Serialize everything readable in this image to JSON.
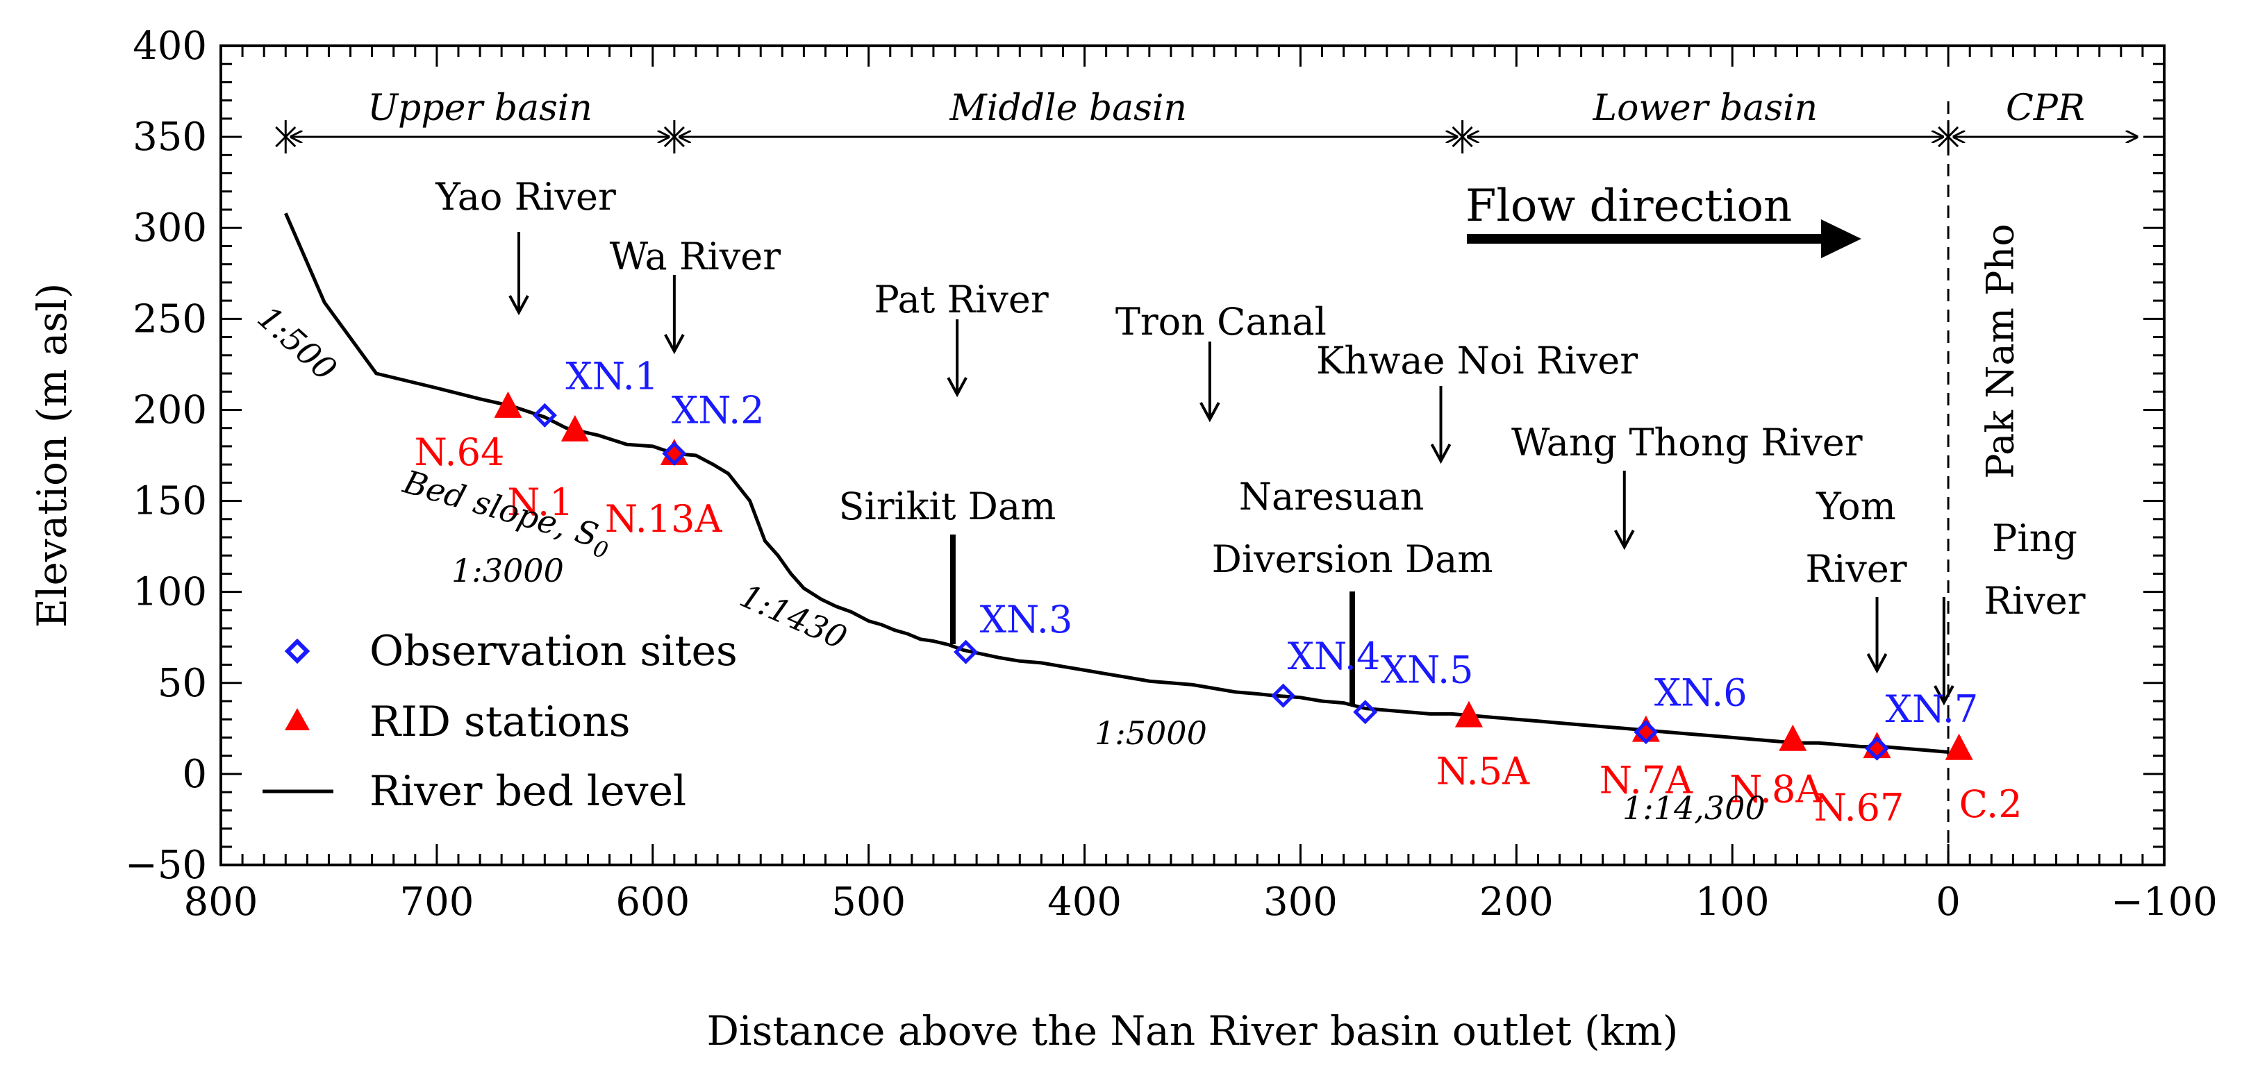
{
  "chart_data": {
    "type": "line",
    "xlabel": "Distance above the Nan River basin outlet (km)",
    "ylabel": "Elevation (m asl)",
    "xlim": [
      800,
      -100
    ],
    "ylim": [
      -50,
      400
    ],
    "x_reversed": true,
    "x_ticks": [
      800,
      700,
      600,
      500,
      400,
      300,
      200,
      100,
      0,
      -100
    ],
    "x_tick_labels": [
      "800",
      "700",
      "600",
      "500",
      "400",
      "300",
      "200",
      "100",
      "0",
      "−100"
    ],
    "y_ticks": [
      -50,
      0,
      50,
      100,
      150,
      200,
      250,
      300,
      350,
      400
    ],
    "y_tick_labels": [
      "−50",
      "0",
      "50",
      "100",
      "150",
      "200",
      "250",
      "300",
      "350",
      "400"
    ],
    "legend": {
      "position": "lower-left",
      "entries": [
        {
          "label": "Observation sites",
          "marker": "diamond",
          "color": "#1a1aff"
        },
        {
          "label": "RID stations",
          "marker": "triangle",
          "color": "#ff0000"
        },
        {
          "label": "River bed level",
          "marker": "line",
          "color": "#000000"
        }
      ]
    },
    "series": [
      {
        "name": "River bed level",
        "color": "#000000",
        "points": [
          [
            770,
            308
          ],
          [
            752,
            259
          ],
          [
            728,
            220
          ],
          [
            700,
            212
          ],
          [
            680,
            206
          ],
          [
            665,
            202
          ],
          [
            650,
            196
          ],
          [
            640,
            190
          ],
          [
            625,
            186
          ],
          [
            612,
            181
          ],
          [
            600,
            180
          ],
          [
            590,
            176
          ],
          [
            580,
            175
          ],
          [
            572,
            170
          ],
          [
            565,
            165
          ],
          [
            555,
            150
          ],
          [
            548,
            128
          ],
          [
            542,
            120
          ],
          [
            536,
            110
          ],
          [
            530,
            102
          ],
          [
            522,
            96
          ],
          [
            515,
            92
          ],
          [
            508,
            89
          ],
          [
            500,
            84
          ],
          [
            494,
            82
          ],
          [
            488,
            79
          ],
          [
            482,
            77
          ],
          [
            476,
            74
          ],
          [
            470,
            73
          ],
          [
            463,
            71
          ],
          [
            456,
            68
          ],
          [
            448,
            66
          ],
          [
            440,
            64
          ],
          [
            430,
            62
          ],
          [
            420,
            61
          ],
          [
            410,
            59
          ],
          [
            400,
            57
          ],
          [
            390,
            55
          ],
          [
            380,
            53
          ],
          [
            370,
            51
          ],
          [
            360,
            50
          ],
          [
            350,
            49
          ],
          [
            340,
            47
          ],
          [
            330,
            45
          ],
          [
            320,
            44
          ],
          [
            312,
            43
          ],
          [
            300,
            42
          ],
          [
            290,
            40
          ],
          [
            280,
            39
          ],
          [
            270,
            36
          ],
          [
            260,
            35
          ],
          [
            250,
            34
          ],
          [
            240,
            33
          ],
          [
            230,
            33
          ],
          [
            220,
            32
          ],
          [
            210,
            31
          ],
          [
            200,
            30
          ],
          [
            190,
            29
          ],
          [
            180,
            28
          ],
          [
            170,
            27
          ],
          [
            160,
            26
          ],
          [
            150,
            25
          ],
          [
            140,
            24
          ],
          [
            130,
            23
          ],
          [
            120,
            22
          ],
          [
            110,
            21
          ],
          [
            100,
            20
          ],
          [
            90,
            19
          ],
          [
            80,
            18
          ],
          [
            70,
            17
          ],
          [
            60,
            17
          ],
          [
            50,
            16
          ],
          [
            40,
            15
          ],
          [
            30,
            15
          ],
          [
            20,
            14
          ],
          [
            10,
            13
          ],
          [
            0,
            12
          ]
        ]
      },
      {
        "name": "Observation sites",
        "color": "#1a1aff",
        "marker": "diamond",
        "points": [
          {
            "label": "XN.1",
            "x": 650,
            "y": 197
          },
          {
            "label": "XN.2",
            "x": 590,
            "y": 176
          },
          {
            "label": "XN.3",
            "x": 455,
            "y": 67
          },
          {
            "label": "XN.4",
            "x": 308,
            "y": 43
          },
          {
            "label": "XN.5",
            "x": 270,
            "y": 34
          },
          {
            "label": "XN.6",
            "x": 140,
            "y": 23
          },
          {
            "label": "XN.7",
            "x": 33,
            "y": 14
          }
        ]
      },
      {
        "name": "RID stations",
        "color": "#ff0000",
        "marker": "triangle",
        "points": [
          {
            "label": "N.64",
            "x": 667,
            "y": 201
          },
          {
            "label": "N.1",
            "x": 636,
            "y": 188
          },
          {
            "label": "N.13A",
            "x": 590,
            "y": 175
          },
          {
            "label": "N.5A",
            "x": 222,
            "y": 31
          },
          {
            "label": "N.7A",
            "x": 140,
            "y": 23
          },
          {
            "label": "N.8A",
            "x": 72,
            "y": 18
          },
          {
            "label": "N.67",
            "x": 33,
            "y": 14
          },
          {
            "label": "C.2",
            "x": -5,
            "y": 13
          }
        ]
      }
    ],
    "basins": [
      {
        "label": "Upper basin",
        "from": 770,
        "to": 590
      },
      {
        "label": "Middle basin",
        "from": 590,
        "to": 225
      },
      {
        "label": "Lower basin",
        "from": 225,
        "to": 0
      },
      {
        "label": "CPR",
        "from": 0,
        "to": -90
      }
    ],
    "basin_arrow_y": 350,
    "boundary_line_x": 0,
    "flow_label": "Flow direction",
    "tributaries": [
      {
        "label": "Yao River",
        "x": 662
      },
      {
        "label": "Wa River",
        "x": 590
      },
      {
        "label": "Pat River",
        "x": 459
      },
      {
        "label": "Tron Canal",
        "x": 342
      },
      {
        "label": "Khwae Noi River",
        "x": 235
      },
      {
        "label": "Wang Thong River",
        "x": 150
      },
      {
        "label": "Yom River",
        "x": 33
      },
      {
        "label": "Ping River",
        "x": 2
      }
    ],
    "vertical_label": "Pak Nam Pho",
    "dams": [
      {
        "label": "Sirikit Dam",
        "x": 461
      },
      {
        "label": "Naresuan Diversion Dam",
        "line1": "Naresuan",
        "line2": "Diversion Dam",
        "x": 276
      }
    ],
    "slope_annotations": [
      {
        "label": "1:500"
      },
      {
        "label": "Bed slope, S₀",
        "text": "Bed slope,",
        "symbol": "S",
        "subscript": "0"
      },
      {
        "label": "1:3000"
      },
      {
        "label": "1:1430"
      },
      {
        "label": "1:5000"
      },
      {
        "label": "1:14,300"
      }
    ]
  }
}
